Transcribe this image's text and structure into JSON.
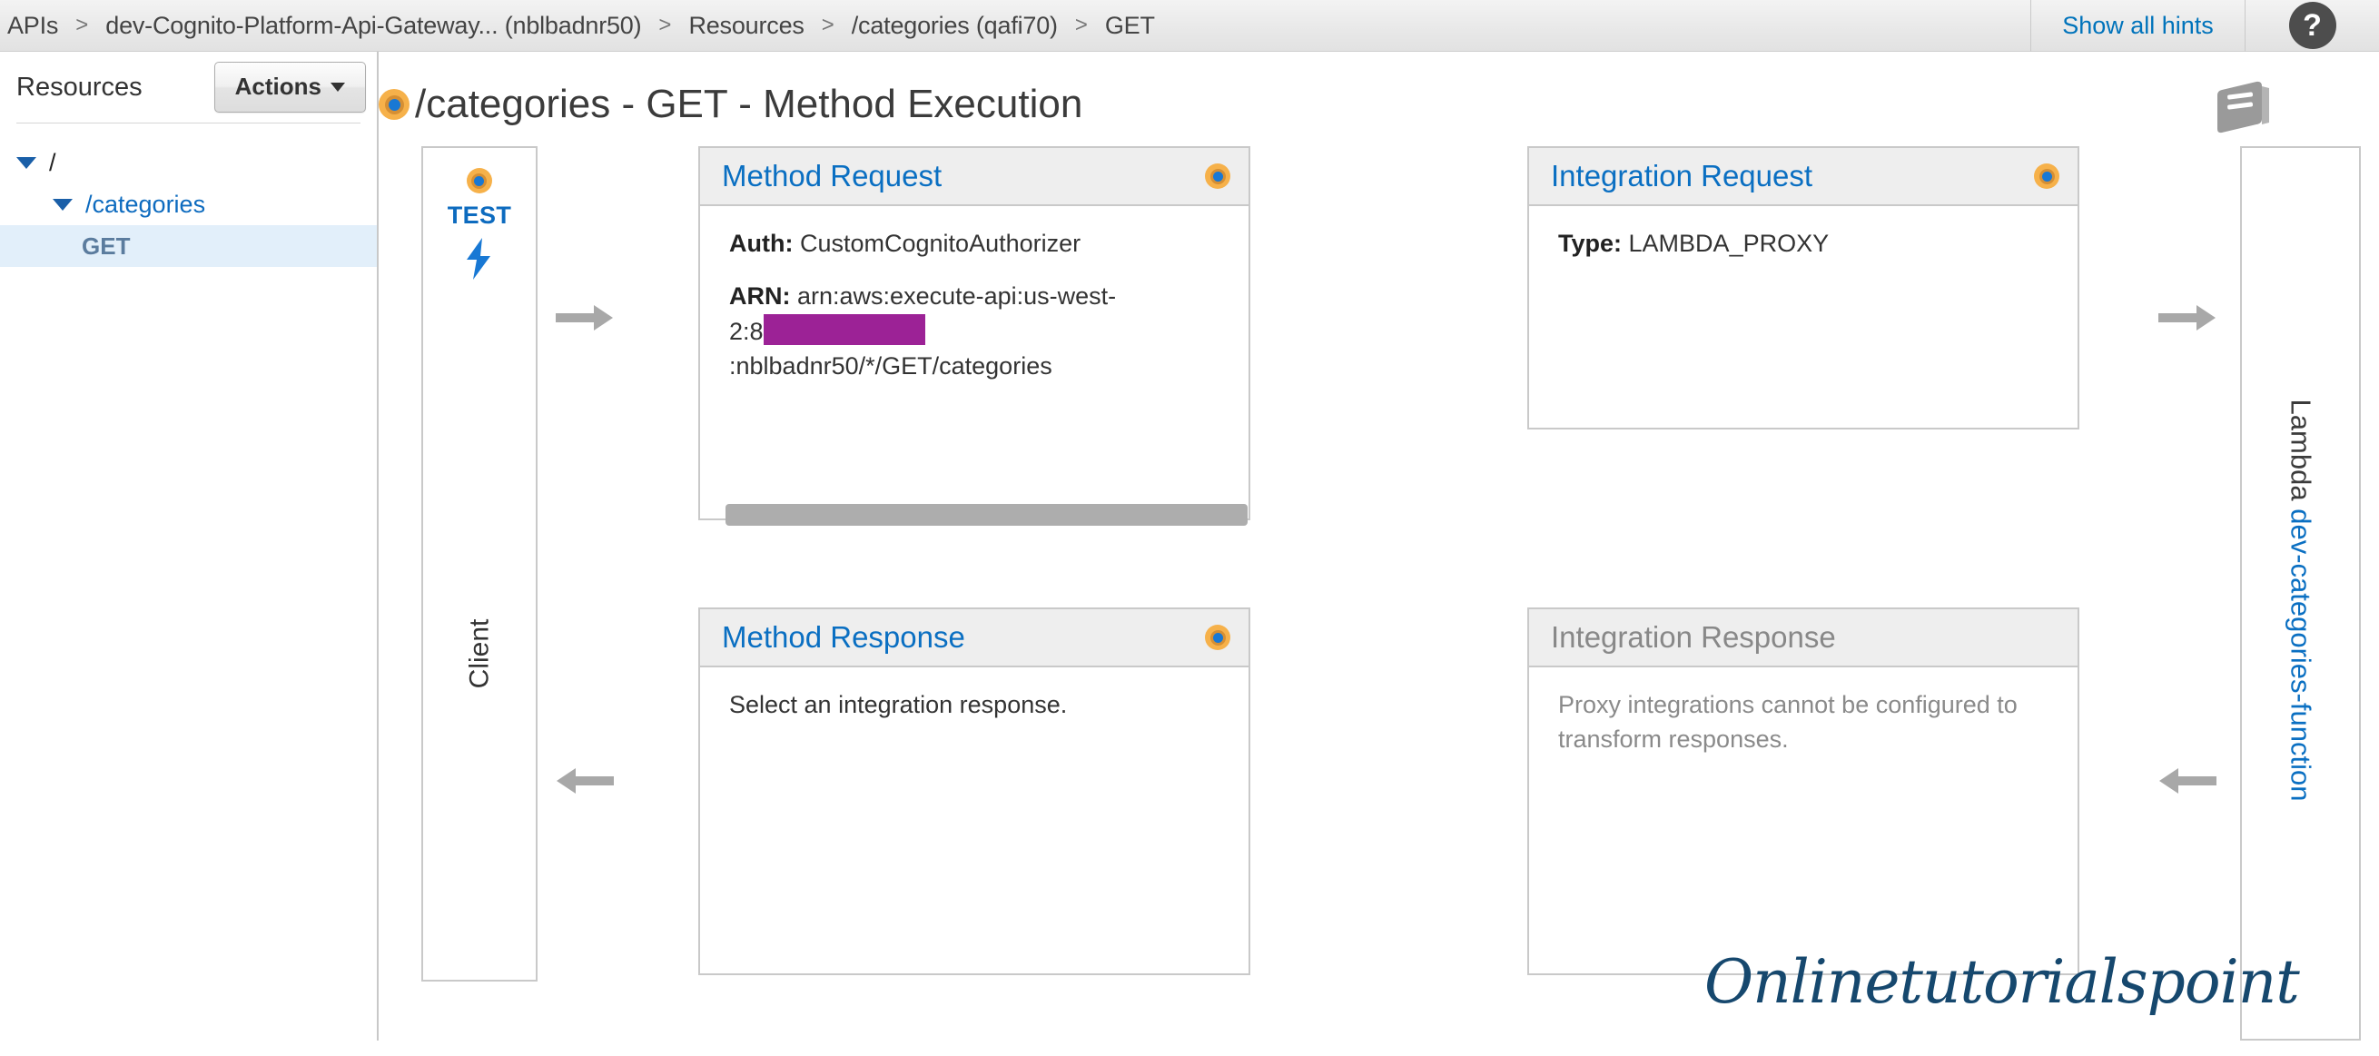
{
  "topbar": {
    "breadcrumb": [
      {
        "label": "APIs"
      },
      {
        "label": "dev-Cognito-Platform-Api-Gateway... (nblbadnr50)"
      },
      {
        "label": "Resources"
      },
      {
        "label": "/categories (qafi70)"
      },
      {
        "label": "GET"
      }
    ],
    "separator": ">",
    "hints_label": "Show all hints",
    "help_glyph": "?",
    "help_icon_name": "question-mark-icon"
  },
  "sidebar": {
    "title": "Resources",
    "actions_label": "Actions",
    "tree": [
      {
        "label": "/",
        "level": 0,
        "expanded": true,
        "selected": false,
        "kind": "root"
      },
      {
        "label": "/categories",
        "level": 1,
        "expanded": true,
        "selected": false,
        "kind": "resource"
      },
      {
        "label": "GET",
        "level": 2,
        "expanded": false,
        "selected": true,
        "kind": "method"
      }
    ]
  },
  "main": {
    "page_title": "/categories - GET - Method Execution",
    "book_icon_name": "documentation-book-icon"
  },
  "diagram": {
    "client": {
      "test_label": "TEST",
      "bolt_icon_name": "lightning-bolt-icon",
      "column_label": "Client"
    },
    "lambda": {
      "prefix": "Lambda",
      "function_name": "dev-categories-function"
    },
    "method_request": {
      "title": "Method Request",
      "auth_key": "Auth:",
      "auth_value": "CustomCognitoAuthorizer",
      "arn_key": "ARN:",
      "arn_line1": "arn:aws:execute-api:us-west-",
      "arn_line2_prefix": "2:8",
      "arn_line2_suffix": ":nblbadnr50/*/GET/categories",
      "redacted": true
    },
    "integration_request": {
      "title": "Integration Request",
      "type_key": "Type:",
      "type_value": "LAMBDA_PROXY"
    },
    "method_response": {
      "title": "Method Response",
      "body": "Select an integration response."
    },
    "integration_response": {
      "title": "Integration Response",
      "body": "Proxy integrations cannot be configured to transform responses."
    },
    "arrows": [
      {
        "name": "arrow-client-to-method-request",
        "direction": "right"
      },
      {
        "name": "arrow-method-request-to-integration-request",
        "direction": "right"
      },
      {
        "name": "arrow-integration-request-to-lambda",
        "direction": "right"
      },
      {
        "name": "arrow-method-response-to-client",
        "direction": "left"
      },
      {
        "name": "arrow-integration-response-to-method-response",
        "direction": "left"
      },
      {
        "name": "arrow-lambda-to-integration-response",
        "direction": "left"
      }
    ]
  },
  "watermark": {
    "text": "Onlinetutorialspoint"
  },
  "colors": {
    "link_blue": "#0a6fc2",
    "status_orange": "#f6b14a",
    "status_center_blue": "#1878d4",
    "redaction_purple": "#9c2296",
    "arrow_gray": "#a8a8a8",
    "panel_border": "#c9c9c9",
    "watermark_navy": "#16486e"
  }
}
